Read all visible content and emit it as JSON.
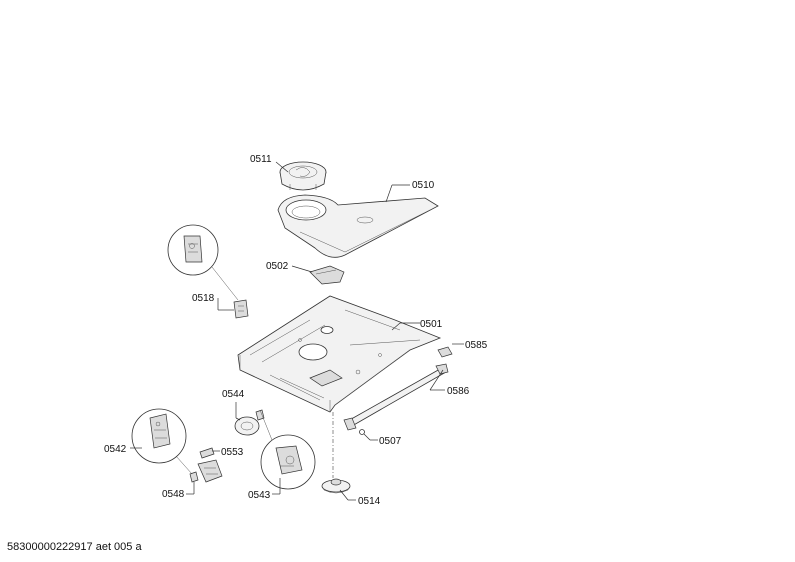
{
  "footer_code": "58300000222917 aet 005 a",
  "labels": {
    "p0511": "0511",
    "p0510": "0510",
    "p0502": "0502",
    "p0518": "0518",
    "p0501": "0501",
    "p0585": "0585",
    "p0586": "0586",
    "p0544": "0544",
    "p0507": "0507",
    "p0542": "0542",
    "p0553": "0553",
    "p0548": "0548",
    "p0543": "0543",
    "p0514": "0514"
  }
}
